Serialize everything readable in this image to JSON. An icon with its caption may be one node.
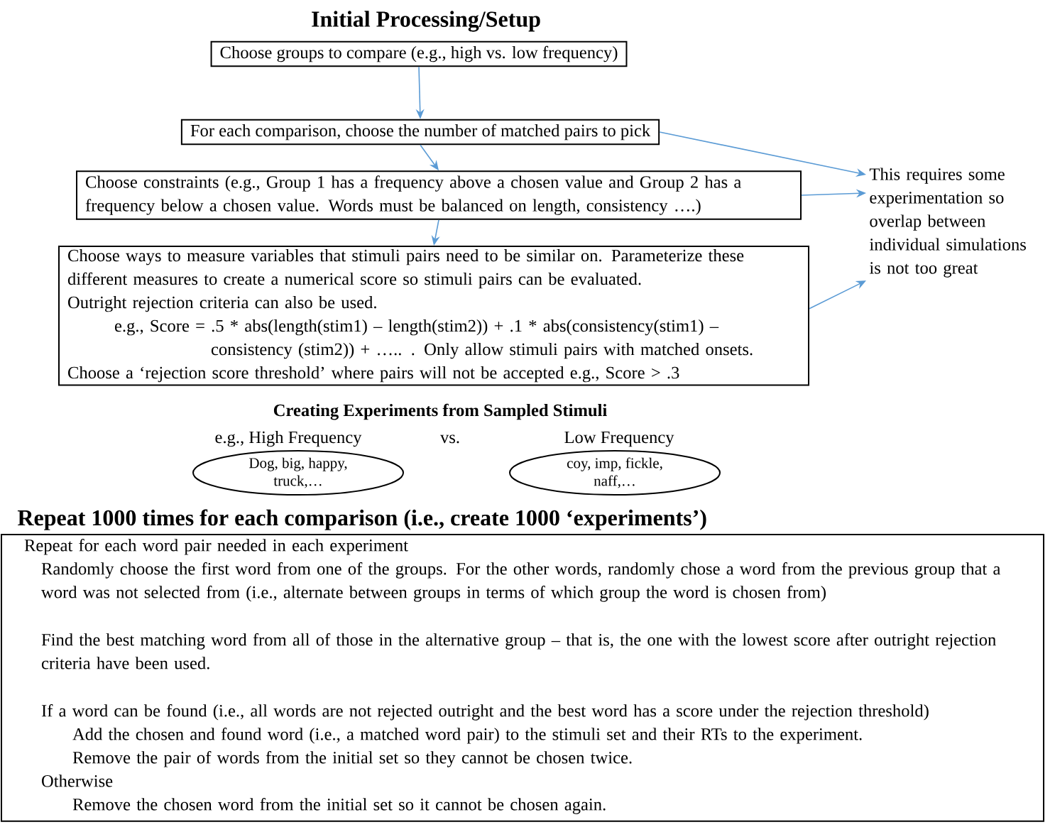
{
  "diagram": {
    "title": "Initial Processing/Setup",
    "nodes": [
      {
        "text": [
          "Choose groups to compare (e.g., high vs. low frequency)"
        ]
      },
      {
        "text": [
          "For each comparison, choose the number of matched pairs to pick"
        ]
      },
      {
        "text": [
          "Choose constraints (e.g., Group 1 has a frequency above a chosen value and Group 2 has a frequency below a chosen value. Words must be balanced on length, consistency ….)"
        ]
      },
      {
        "text": [
          "Choose ways to measure variables that stimuli pairs need to be similar on. Parameterize these different measures to create a numerical score so stimuli pairs can be evaluated.",
          "Outright rejection criteria can also be used.",
          "e.g., Score = .5 * abs(length(stim1) – length(stim2)) + .1 * abs(consistency(stim1) – consistency (stim2)) + ….. . Only allow stimuli pairs with matched onsets.",
          "Choose a ‘rejection score threshold’ where pairs will not be accepted e.g., Score > .3"
        ]
      },
      {
        "text": [
          "This requires some experimentation so overlap between individual simulations is not too great"
        ]
      },
      {
        "text": [
          "e.g., High Frequency",
          "Dog, big, happy, truck,…"
        ]
      },
      {
        "text": [
          "Low Frequency",
          "coy, imp, fickle, naff,…"
        ]
      },
      {
        "text": [
          "Repeat 1000 times for each comparison (i.e., create 1000 ‘experiments’)",
          "Repeat for each word pair needed in each experiment",
          "Randomly choose the first word from one of the groups. For the other words, randomly chose a word from the previous group that a word was not selected from (i.e., alternate between groups in terms of which group the word is chosen from)",
          "Find the best matching word from all of those in the alternative group – that is, the one with the lowest score after outright rejection criteria have been used.",
          "If a word can be found (i.e., all words are not rejected outright and the best word has a score under the rejection threshold)",
          "Add the chosen and found word (i.e., a matched word pair) to the stimuli set and their RTs to the experiment.",
          "Remove the pair of words from the initial set so they cannot be chosen twice.",
          "Otherwise",
          "Remove the chosen word from the initial set so it cannot be chosen again."
        ]
      }
    ],
    "edges": [
      {
        "from": 0,
        "to": 1,
        "arrow": "to"
      },
      {
        "from": 1,
        "to": 2,
        "arrow": "to"
      },
      {
        "from": 2,
        "to": 3,
        "arrow": "to"
      },
      {
        "from": 1,
        "to": 4,
        "arrow": "to"
      },
      {
        "from": 2,
        "to": 4,
        "arrow": "to"
      },
      {
        "from": 3,
        "to": 4,
        "arrow": "to"
      }
    ],
    "labels": [
      "Creating Experiments from Sampled Stimuli",
      "vs."
    ]
  }
}
